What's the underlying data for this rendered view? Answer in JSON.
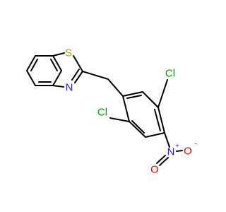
{
  "colors": {
    "bond": "#000000",
    "sulfur": "#b3a000",
    "nitrogen": "#2020ff",
    "chlorine": "#00a000",
    "oxygen": "#ff0000",
    "background": "#ffffff"
  },
  "atoms": {
    "S": "S",
    "N_thiazole": "N",
    "Cl_top": "Cl",
    "Cl_bottom": "Cl",
    "N_nitro": "N",
    "N_nitro_charge": "+",
    "O_left": "O",
    "O_right": "O",
    "O_right_charge": "-"
  }
}
